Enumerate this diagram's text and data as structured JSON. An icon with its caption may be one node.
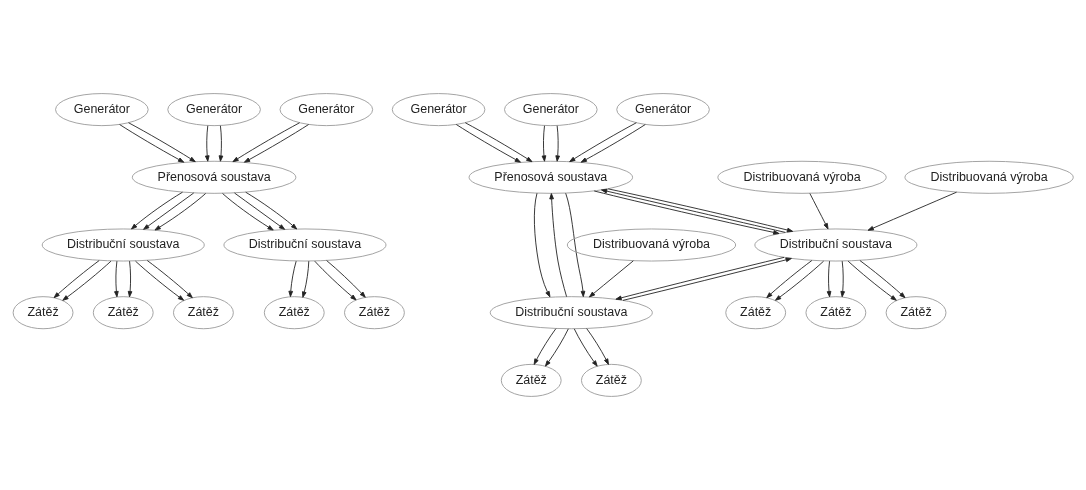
{
  "diagram": {
    "nodes": [
      {
        "text": [
          "Generátor"
        ]
      },
      {
        "text": [
          "Generátor"
        ]
      },
      {
        "text": [
          "Generátor"
        ]
      },
      {
        "text": [
          "Přenosová soustava"
        ]
      },
      {
        "text": [
          "Distribuční soustava"
        ]
      },
      {
        "text": [
          "Distribuční soustava"
        ]
      },
      {
        "text": [
          "Zátěž"
        ]
      },
      {
        "text": [
          "Zátěž"
        ]
      },
      {
        "text": [
          "Zátěž"
        ]
      },
      {
        "text": [
          "Zátěž"
        ]
      },
      {
        "text": [
          "Zátěž"
        ]
      },
      {
        "text": [
          "Generátor"
        ]
      },
      {
        "text": [
          "Generátor"
        ]
      },
      {
        "text": [
          "Generátor"
        ]
      },
      {
        "text": [
          "Přenosová soustava"
        ]
      },
      {
        "text": [
          "Distribuční soustava"
        ]
      },
      {
        "text": [
          "Distribuční soustava"
        ]
      },
      {
        "text": [
          "Zátěž"
        ]
      },
      {
        "text": [
          "Zátěž"
        ]
      },
      {
        "text": [
          "Zátěž"
        ]
      },
      {
        "text": [
          "Zátěž"
        ]
      },
      {
        "text": [
          "Zátěž"
        ]
      },
      {
        "text": [
          "Distribuovaná výroba"
        ]
      },
      {
        "text": [
          "Distribuovaná výroba"
        ]
      },
      {
        "text": [
          "Distribuovaná výroba"
        ]
      }
    ],
    "edges": [
      {
        "from": 0,
        "to": 3,
        "arrow": "to"
      },
      {
        "from": 0,
        "to": 3,
        "arrow": "to"
      },
      {
        "from": 1,
        "to": 3,
        "arrow": "to"
      },
      {
        "from": 1,
        "to": 3,
        "arrow": "to"
      },
      {
        "from": 2,
        "to": 3,
        "arrow": "to"
      },
      {
        "from": 2,
        "to": 3,
        "arrow": "to"
      },
      {
        "from": 3,
        "to": 4,
        "arrow": "to"
      },
      {
        "from": 3,
        "to": 4,
        "arrow": "to"
      },
      {
        "from": 3,
        "to": 4,
        "arrow": "to"
      },
      {
        "from": 3,
        "to": 5,
        "arrow": "to"
      },
      {
        "from": 3,
        "to": 5,
        "arrow": "to"
      },
      {
        "from": 3,
        "to": 5,
        "arrow": "to"
      },
      {
        "from": 4,
        "to": 6,
        "arrow": "to"
      },
      {
        "from": 4,
        "to": 6,
        "arrow": "to"
      },
      {
        "from": 4,
        "to": 7,
        "arrow": "to"
      },
      {
        "from": 4,
        "to": 7,
        "arrow": "to"
      },
      {
        "from": 4,
        "to": 8,
        "arrow": "to"
      },
      {
        "from": 4,
        "to": 8,
        "arrow": "to"
      },
      {
        "from": 5,
        "to": 9,
        "arrow": "to"
      },
      {
        "from": 5,
        "to": 9,
        "arrow": "to"
      },
      {
        "from": 5,
        "to": 10,
        "arrow": "to"
      },
      {
        "from": 5,
        "to": 10,
        "arrow": "to"
      },
      {
        "from": 11,
        "to": 14,
        "arrow": "to"
      },
      {
        "from": 11,
        "to": 14,
        "arrow": "to"
      },
      {
        "from": 12,
        "to": 14,
        "arrow": "to"
      },
      {
        "from": 12,
        "to": 14,
        "arrow": "to"
      },
      {
        "from": 13,
        "to": 14,
        "arrow": "to"
      },
      {
        "from": 13,
        "to": 14,
        "arrow": "to"
      },
      {
        "from": 14,
        "to": 15,
        "arrow": "to"
      },
      {
        "from": 15,
        "to": 14,
        "arrow": "to"
      },
      {
        "from": 14,
        "to": 15,
        "arrow": "to"
      },
      {
        "from": 14,
        "to": 16,
        "arrow": "to"
      },
      {
        "from": 16,
        "to": 14,
        "arrow": "to"
      },
      {
        "from": 14,
        "to": 16,
        "arrow": "to"
      },
      {
        "from": 15,
        "to": 16,
        "arrow": "to"
      },
      {
        "from": 16,
        "to": 15,
        "arrow": "to"
      },
      {
        "from": 15,
        "to": 17,
        "arrow": "to"
      },
      {
        "from": 15,
        "to": 17,
        "arrow": "to"
      },
      {
        "from": 22,
        "to": 15,
        "arrow": "to"
      },
      {
        "from": 15,
        "to": 18,
        "arrow": "to"
      },
      {
        "from": 15,
        "to": 18,
        "arrow": "to"
      },
      {
        "from": 23,
        "to": 15,
        "arrow": "to"
      },
      {
        "from": 15,
        "to": 19,
        "arrow": "to"
      },
      {
        "from": 15,
        "to": 19,
        "arrow": "to"
      },
      {
        "from": 16,
        "to": 20,
        "arrow": "to"
      },
      {
        "from": 16,
        "to": 20,
        "arrow": "to"
      },
      {
        "from": 24,
        "to": 16,
        "arrow": "to"
      },
      {
        "from": 16,
        "to": 21,
        "arrow": "to"
      },
      {
        "from": 16,
        "to": 21,
        "arrow": "to"
      }
    ]
  }
}
